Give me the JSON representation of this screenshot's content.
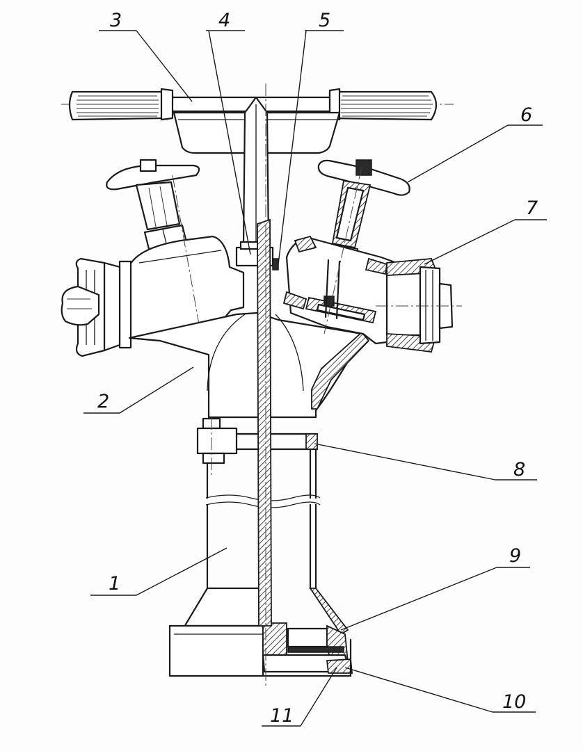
{
  "diagram": {
    "callouts": [
      {
        "id": "c1",
        "label": "1"
      },
      {
        "id": "c2",
        "label": "2"
      },
      {
        "id": "c3",
        "label": "3"
      },
      {
        "id": "c4",
        "label": "4"
      },
      {
        "id": "c5",
        "label": "5"
      },
      {
        "id": "c6",
        "label": "6"
      },
      {
        "id": "c7",
        "label": "7"
      },
      {
        "id": "c8",
        "label": "8"
      },
      {
        "id": "c9",
        "label": "9"
      },
      {
        "id": "c10",
        "label": "10"
      },
      {
        "id": "c11",
        "label": "11"
      }
    ],
    "colors": {
      "ink": "#1a1a1a",
      "paper": "#fdfdfd"
    }
  }
}
